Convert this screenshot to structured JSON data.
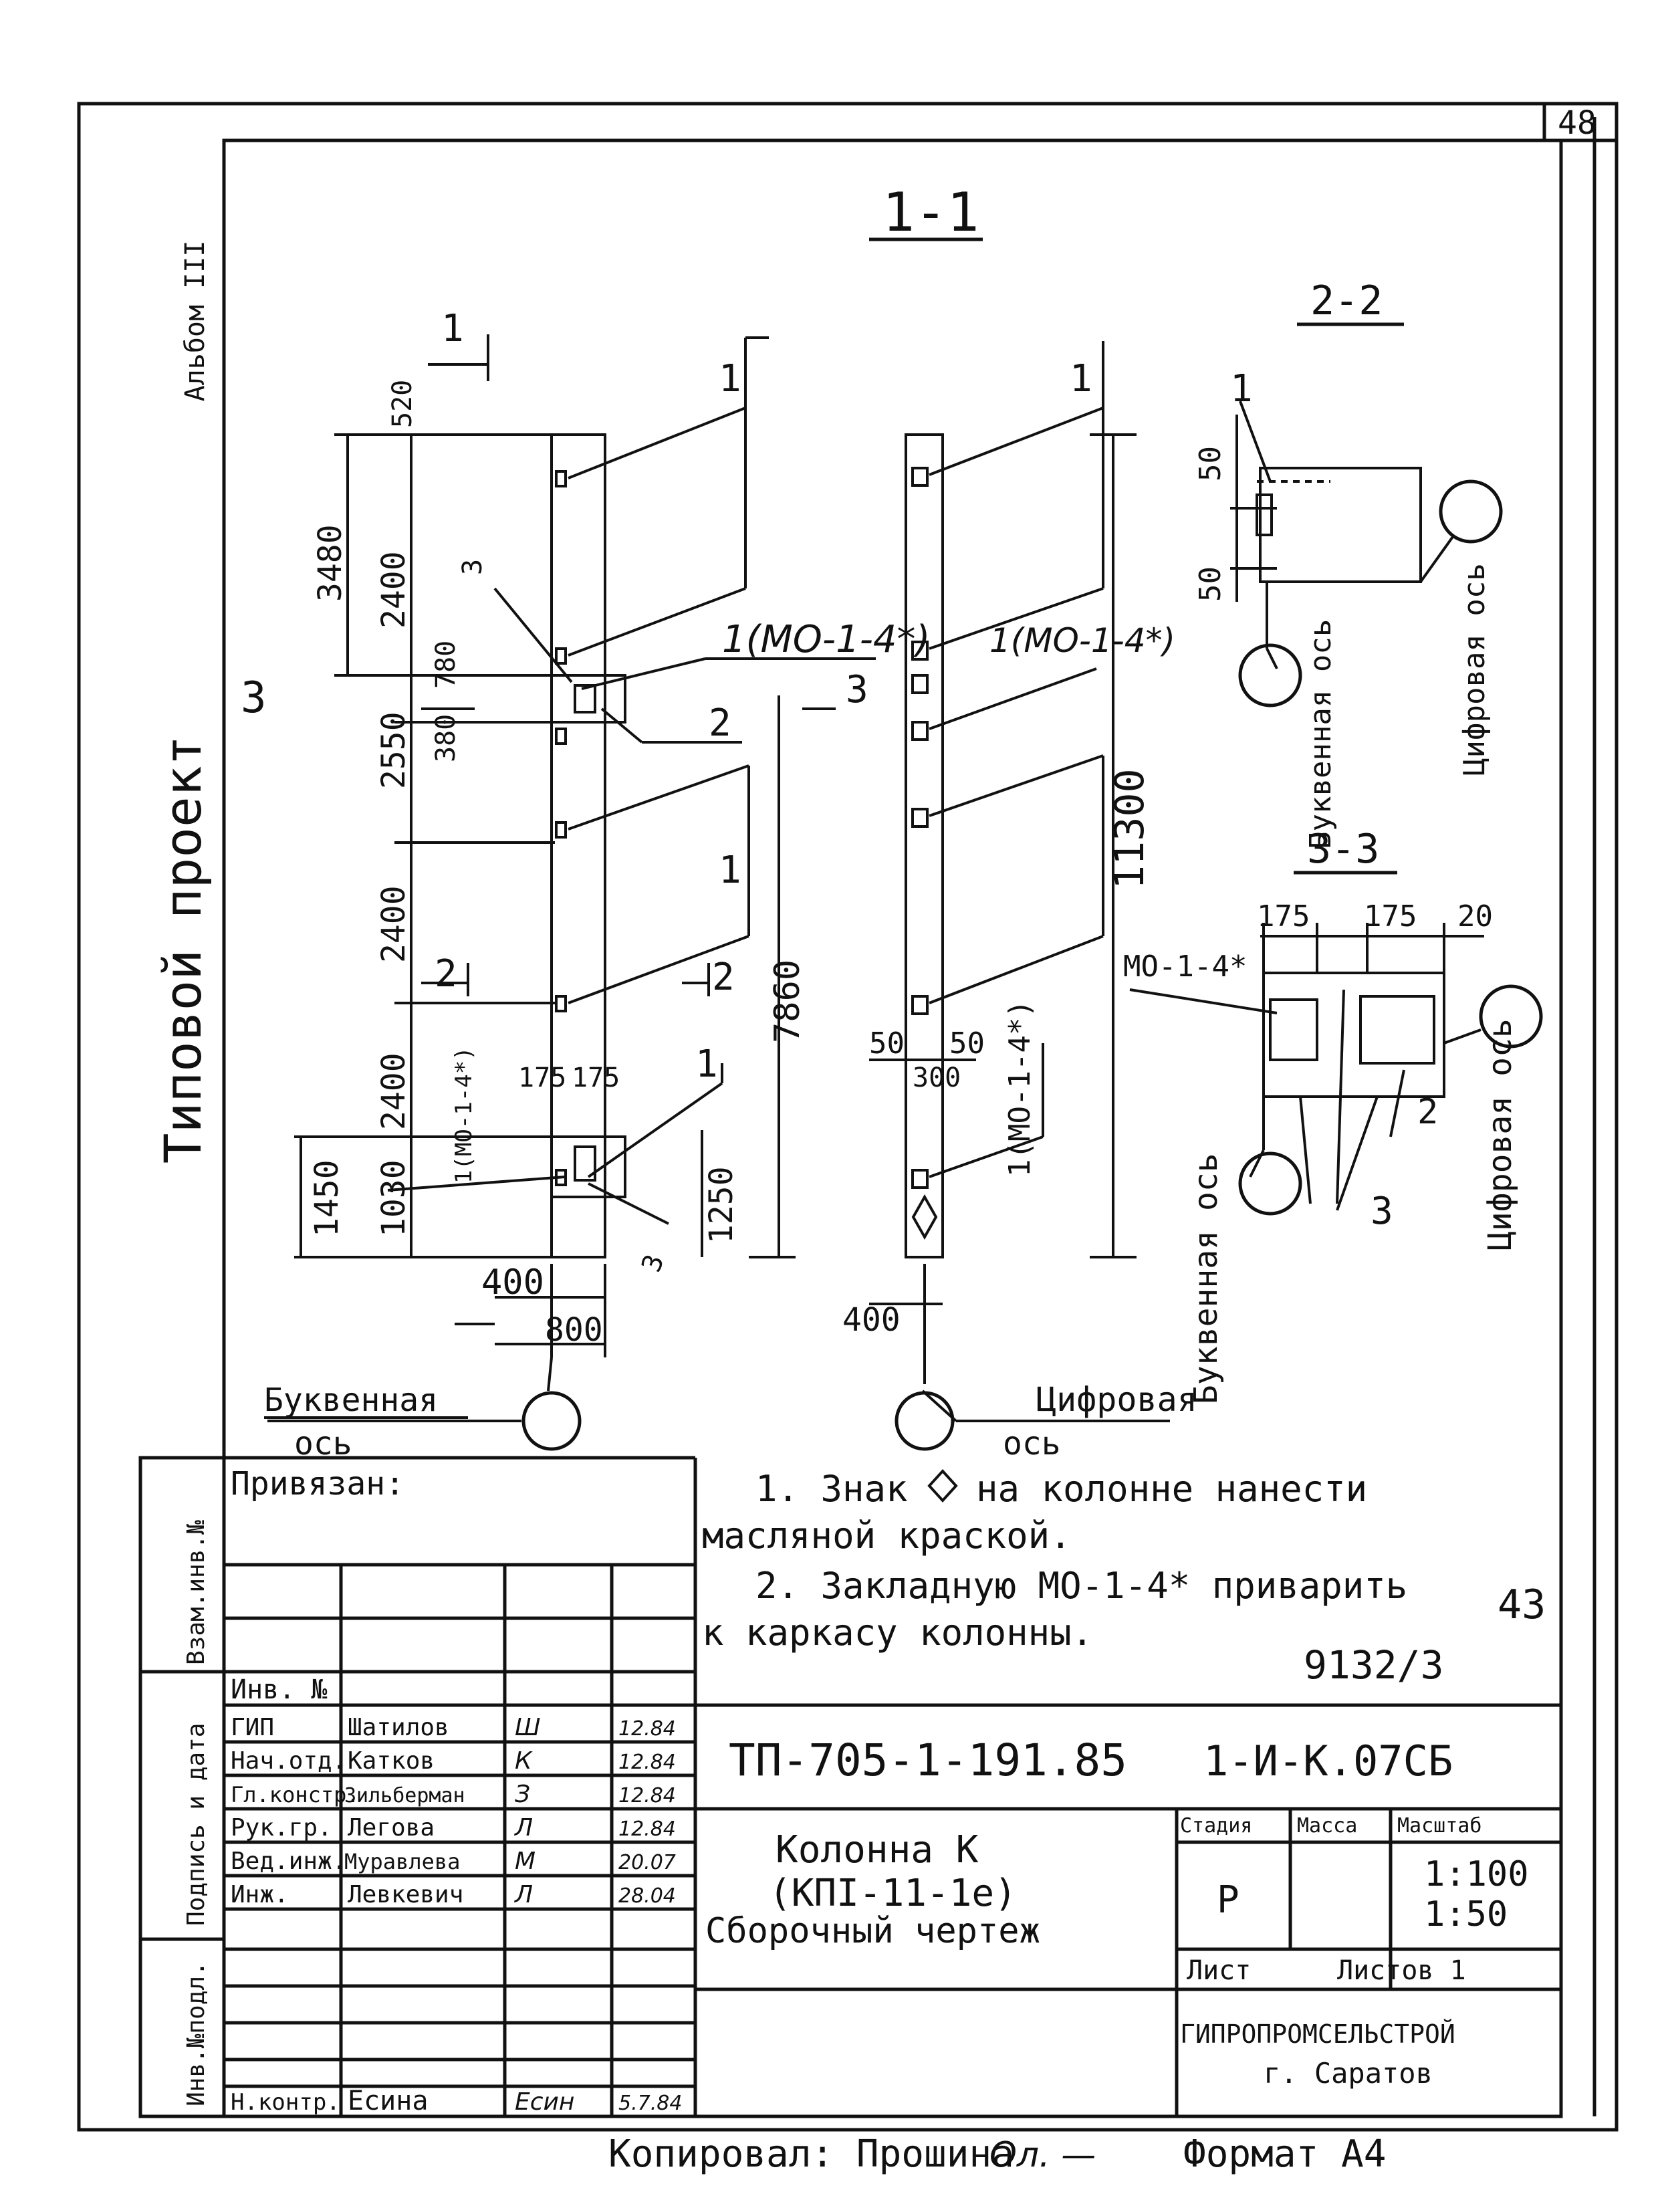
{
  "sheet": {
    "sheet_number": "48",
    "inner_page_number": "43",
    "side_stamp": "Альбом III",
    "side_title": "Типовой проект",
    "order_number": "9132/3",
    "copied_by": "Копировал: Прошина",
    "copied_sign": "Ол. —",
    "format": "Формат А4"
  },
  "sections": {
    "s11": "1-1",
    "s22": "2-2",
    "s33": "3-3"
  },
  "elevation": {
    "dims": {
      "top": "520",
      "d3480": "3480",
      "d2400a": "2400",
      "d780": "780",
      "d380": "380",
      "d2550": "2550",
      "d2400b": "2400",
      "d2400c": "2400",
      "d1450": "1450",
      "d1030": "1030",
      "d1250": "1250",
      "d7860": "7860",
      "d400": "400",
      "d800": "800",
      "d175a": "175",
      "d175b": "175"
    },
    "marks": {
      "cut1": "1",
      "cut2": "2",
      "cut2b": "2",
      "cut3": "3",
      "cut3b": "3",
      "pos1top": "1",
      "pos1mid": "1",
      "pos1bot": "1",
      "pos2": "2",
      "mo_top": "1(МО-1-4*)",
      "mo_low": "1(МО-1-4*)",
      "pos3": "3",
      "small3": "3"
    },
    "axis_letter": "Буквенная",
    "axis_letter2": "ось"
  },
  "side_view": {
    "mark_pos1": "1",
    "mo_top": "1(МО-1-4*)",
    "mo_low": "1(МО-1-4*)",
    "d11300": "11300",
    "d50a": "50",
    "d50b": "50",
    "d300": "300",
    "d400": "400",
    "axis_digit": "Цифровая",
    "axis_digit2": "ось"
  },
  "section22": {
    "mark": "1",
    "d50top": "50",
    "d50side": "50",
    "axis_letter": "Буквенная ось",
    "axis_digit": "Цифровая ось"
  },
  "section33": {
    "d175a": "175",
    "d175b": "175",
    "d20": "20",
    "mo": "МО-1-4*",
    "mark2": "2",
    "mark3": "3",
    "axis_letter": "Буквенная ось",
    "axis_digit": "Цифровая ось"
  },
  "notes": {
    "n1a": "1. Знак",
    "n1b": "на колонне нанести",
    "n1c": "масляной краской.",
    "n2a": "2. Закладную МО-1-4* приварить",
    "n2b": "к каркасу колонны."
  },
  "title_block": {
    "linked": "Привязан:",
    "inv_no": "Инв. №",
    "side_cols": [
      "Инв.№подл.",
      "Подпись и дата",
      "Взам.инв.№"
    ],
    "roles": [
      {
        "role": "ГИП",
        "name": "Шатилов",
        "sign": "Ш",
        "date": "12.84"
      },
      {
        "role": "Нач.отд.",
        "name": "Катков",
        "sign": "К",
        "date": "12.84"
      },
      {
        "role": "Гл.констр.",
        "name": "Зильберман",
        "sign": "З",
        "date": "12.84"
      },
      {
        "role": "Рук.гр.",
        "name": "Легова",
        "sign": "Л",
        "date": "12.84"
      },
      {
        "role": "Вед.инж.",
        "name": "Муравлева",
        "sign": "М",
        "date": "20.07"
      },
      {
        "role": "Инж.",
        "name": "Левкевич",
        "sign": "Л",
        "date": "28.04"
      }
    ],
    "norm_control": {
      "role": "Н.контр.",
      "name": "Есина",
      "sign": "Есин",
      "date": "5.7.84"
    },
    "project_code": "ТП-705-1-191.85",
    "drawing_code": "1-И-К.07СБ",
    "name1": "Колонна К",
    "name2": "(КПI-11-1е)",
    "name3": "Сборочный чертеж",
    "stage_h": "Стадия",
    "mass_h": "Масса",
    "scale_h": "Масштаб",
    "stage": "Р",
    "scale1": "1:100",
    "scale2": "1:50",
    "sheet_label": "Лист",
    "sheets_label": "Листов 1",
    "org": "ГИПРОПРОМСЕЛЬСТРОЙ",
    "city": "г. Саратов"
  }
}
